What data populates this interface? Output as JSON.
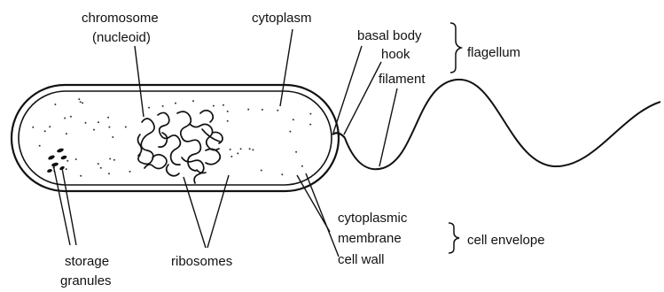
{
  "labels": {
    "chromosome": "chromosome",
    "nucleoid": "(nucleoid)",
    "cytoplasm": "cytoplasm",
    "basal_body": "basal body",
    "hook": "hook",
    "filament": "filament",
    "flagellum": "flagellum",
    "cytoplasmic": "cytoplasmic",
    "membrane": "membrane",
    "cell_wall": "cell wall",
    "cell_envelope": "cell envelope",
    "storage": "storage",
    "granules": "granules",
    "ribosomes": "ribosomes"
  }
}
